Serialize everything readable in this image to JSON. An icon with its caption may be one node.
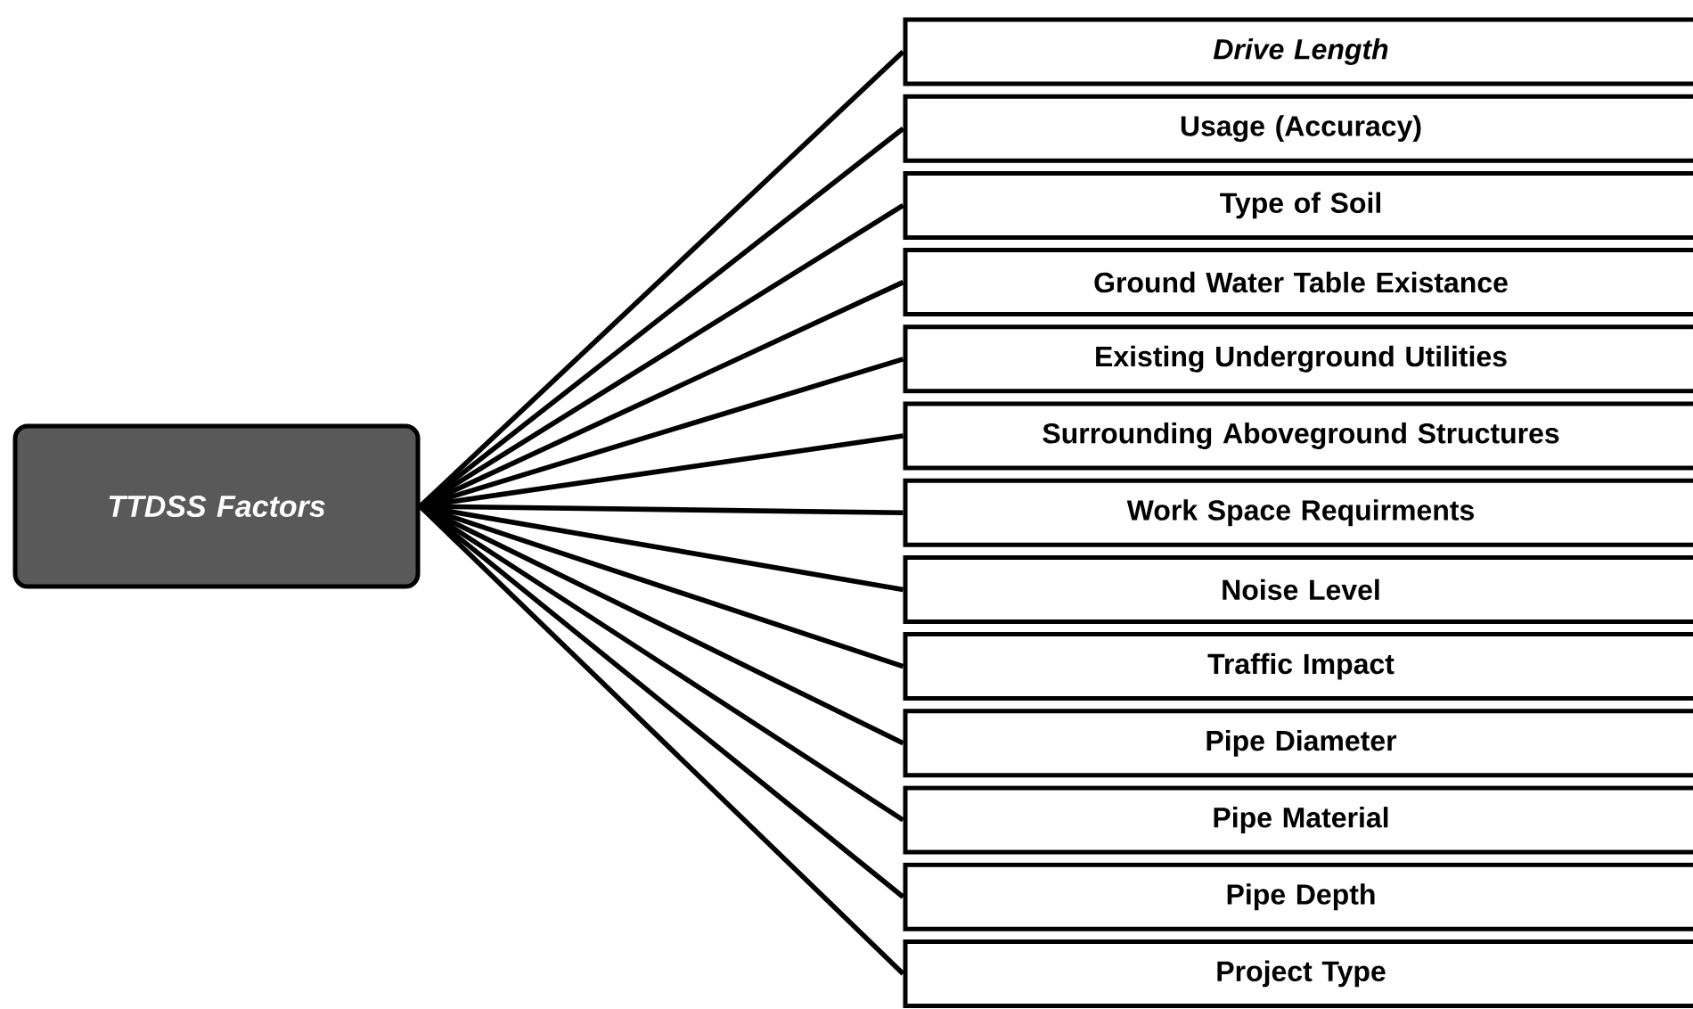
{
  "diagram": {
    "nodes": [
      {
        "text": [
          "TTDSS Factors"
        ]
      },
      {
        "text": [
          "Drive Length"
        ]
      },
      {
        "text": [
          "Usage (Accuracy)"
        ]
      },
      {
        "text": [
          "Type of Soil"
        ]
      },
      {
        "text": [
          "Ground Water Table Existance"
        ]
      },
      {
        "text": [
          "Existing Underground Utilities"
        ]
      },
      {
        "text": [
          "Surrounding Aboveground Structures"
        ]
      },
      {
        "text": [
          "Work Space Requirments"
        ]
      },
      {
        "text": [
          "Noise Level"
        ]
      },
      {
        "text": [
          "Traffic Impact"
        ]
      },
      {
        "text": [
          "Pipe Diameter"
        ]
      },
      {
        "text": [
          "Pipe Material"
        ]
      },
      {
        "text": [
          "Pipe Depth"
        ]
      },
      {
        "text": [
          "Project Type"
        ]
      }
    ],
    "edges": [
      {
        "from": 0,
        "to": 1,
        "arrow": "none"
      },
      {
        "from": 0,
        "to": 2,
        "arrow": "none"
      },
      {
        "from": 0,
        "to": 3,
        "arrow": "none"
      },
      {
        "from": 0,
        "to": 4,
        "arrow": "none"
      },
      {
        "from": 0,
        "to": 5,
        "arrow": "none"
      },
      {
        "from": 0,
        "to": 6,
        "arrow": "none"
      },
      {
        "from": 0,
        "to": 7,
        "arrow": "none"
      },
      {
        "from": 0,
        "to": 8,
        "arrow": "none"
      },
      {
        "from": 0,
        "to": 9,
        "arrow": "none"
      },
      {
        "from": 0,
        "to": 10,
        "arrow": "none"
      },
      {
        "from": 0,
        "to": 11,
        "arrow": "none"
      },
      {
        "from": 0,
        "to": 12,
        "arrow": "none"
      },
      {
        "from": 0,
        "to": 13,
        "arrow": "none"
      }
    ]
  }
}
